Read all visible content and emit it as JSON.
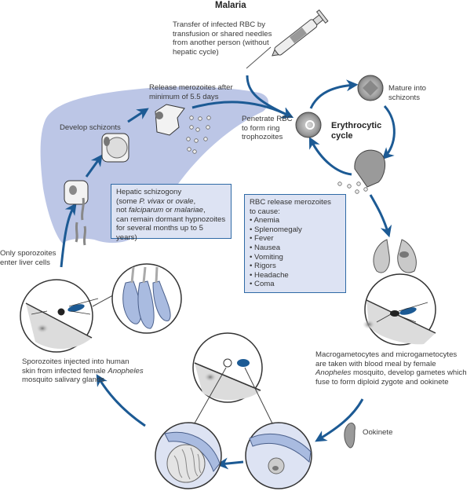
{
  "title": "Malaria",
  "labels": {
    "transfusion": [
      "Transfer of infected RBC by",
      "transfusion or shared needles",
      "from another person (without",
      "hepatic cycle)"
    ],
    "release_merozoites": [
      "Release merozoites after",
      "minimum of 5.5 days"
    ],
    "develop_schizonts": "Develop schizonts",
    "penetrate_rbc": [
      "Penetrate RBC",
      "to form ring",
      "trophozoites"
    ],
    "erythrocytic_cycle": [
      "Erythrocytic",
      "cycle"
    ],
    "mature_schizonts": [
      "Mature into",
      "schizonts"
    ],
    "only_sporozoites": [
      "Only sporozoites",
      "enter liver cells"
    ],
    "sporozoites_injected": {
      "line1": "Sporozoites injected into human",
      "line2_pre": "skin from infected female ",
      "line2_italic": "Anopheles",
      "line3": "mosquito salivary glands"
    },
    "gametocytes": {
      "line1": "Macrogametocytes and microgametocytes",
      "line2": "are taken with blood meal by female",
      "line3_italic": "Anopheles",
      "line3_post": " mosquito, develop gametes which",
      "line4": "fuse to form diploid zygote and ookinete"
    },
    "ookinete": "Ookinete"
  },
  "hepatic_box": {
    "line1": "Hepatic schizogony",
    "line2_a": "(some ",
    "line2_b": "P. vivax",
    "line2_c": " or ",
    "line2_d": "ovale",
    "line2_e": ",",
    "line3_a": "not ",
    "line3_b": "falciparum",
    "line3_c": " or ",
    "line3_d": "malariae",
    "line3_e": ",",
    "line4": "can remain dormant hypnozoites",
    "line5": "for several months up to 5 years)"
  },
  "rbc_box": {
    "heading": [
      "RBC release merozoites",
      "to cause:"
    ],
    "symptoms": [
      "Anemia",
      "Splenomegaly",
      "Fever",
      "Nausea",
      "Vomiting",
      "Rigors",
      "Headache",
      "Coma"
    ]
  },
  "colors": {
    "arrow_blue": "#1c5a94",
    "liver_fill": "#bcc6e6",
    "box_fill": "#dde3f3",
    "box_border": "#2f6aa6"
  }
}
